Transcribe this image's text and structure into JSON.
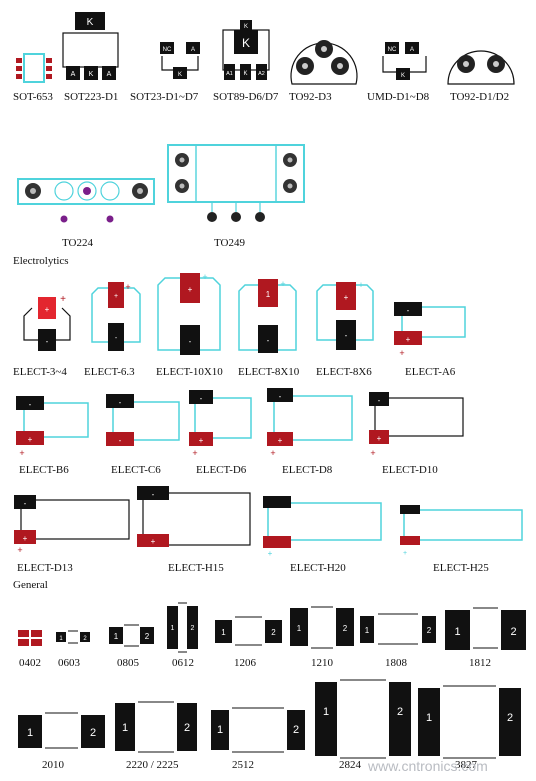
{
  "title": "",
  "colors": {
    "outline": "#4fd3dc",
    "pad": "#111111",
    "positive": "#b01820",
    "marker": "#e3262f",
    "via": "#7a1f8a"
  },
  "sections": {
    "electrolytics": "Electrolytics",
    "general": "General"
  },
  "pin_marks": {
    "k": "K",
    "a": "A",
    "nc": "NC",
    "a1": "A1",
    "a2": "A2",
    "one": "1",
    "two": "2",
    "plus": "+",
    "minus": "-"
  },
  "packages": {
    "sot653": "SOT-653",
    "sot223": "SOT223-D1",
    "sot23": "SOT23-D1~D7",
    "sot89": "SOT89-D6/D7",
    "to92d3": "TO92-D3",
    "umd": "UMD-D1~D8",
    "to92d1": "TO92-D1/D2",
    "to224": "TO224",
    "to249": "TO249",
    "elect34": "ELECT-3~4",
    "elect63": "ELECT-6.3",
    "elect10": "ELECT-10X10",
    "elect810": "ELECT-8X10",
    "elect86": "ELECT-8X6",
    "electa6": "ELECT-A6",
    "electb6": "ELECT-B6",
    "electc6": "ELECT-C6",
    "electd6": "ELECT-D6",
    "electd8": "ELECT-D8",
    "electd10": "ELECT-D10",
    "electd13": "ELECT-D13",
    "electh15": "ELECT-H15",
    "electh20": "ELECT-H20",
    "electh25": "ELECT-H25",
    "c0402": "0402",
    "c0603": "0603",
    "c0805": "0805",
    "c0612": "0612",
    "c1206": "1206",
    "c1210": "1210",
    "c1808": "1808",
    "c1812": "1812",
    "c2010": "2010",
    "c2220": "2220 / 2225",
    "c2512": "2512",
    "c2824": "2824",
    "c3827": "3827"
  },
  "watermark": "www.cntronics.com"
}
